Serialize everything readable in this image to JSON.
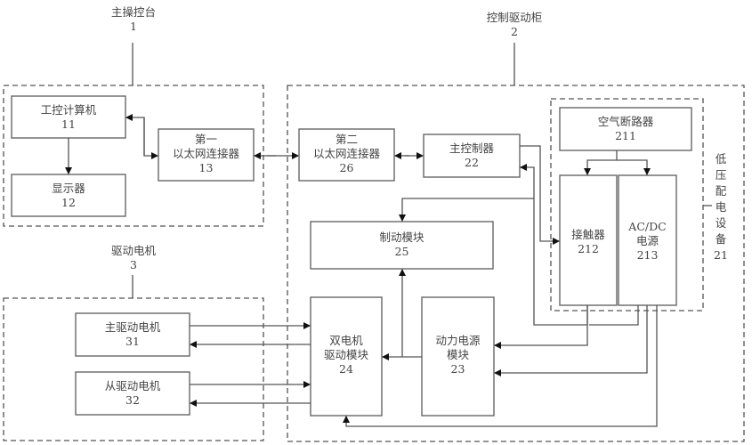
{
  "groups": {
    "console": {
      "name": "主操控台",
      "num": "1"
    },
    "cabinet": {
      "name": "控制驱动柜",
      "num": "2"
    },
    "motors": {
      "name": "驱动电机",
      "num": "3"
    },
    "lowvoltage": {
      "name_chars": [
        "低",
        "压",
        "配",
        "电",
        "设",
        "备"
      ],
      "num": "21"
    }
  },
  "blocks": {
    "ipc": {
      "line1": "工控计算机",
      "num": "11"
    },
    "display": {
      "line1": "显示器",
      "num": "12"
    },
    "eth1": {
      "line1": "第一",
      "line2": "以太网连接器",
      "num": "13"
    },
    "eth2": {
      "line1": "第二",
      "line2": "以太网连接器",
      "num": "26"
    },
    "mainctrl": {
      "line1": "主控制器",
      "num": "22"
    },
    "brake": {
      "line1": "制动模块",
      "num": "25"
    },
    "dualdrive": {
      "line1": "双电机",
      "line2": "驱动模块",
      "num": "24"
    },
    "powersupply": {
      "line1": "动力电源",
      "line2": "模块",
      "num": "23"
    },
    "breaker": {
      "line1": "空气断路器",
      "num": "211"
    },
    "contactor": {
      "line1": "接触器",
      "num": "212"
    },
    "acdc": {
      "line1": "AC/DC",
      "line2": "电源",
      "num": "213"
    },
    "mainmotor": {
      "line1": "主驱动电机",
      "num": "31"
    },
    "slavemotor": {
      "line1": "从驱动电机",
      "num": "32"
    }
  }
}
